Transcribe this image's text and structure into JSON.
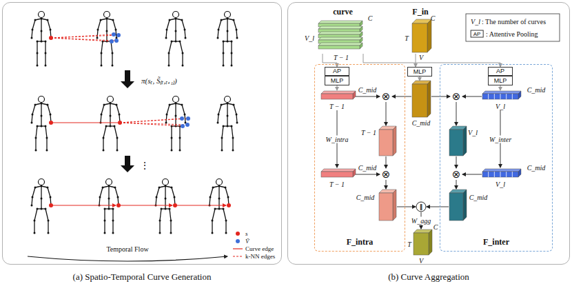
{
  "diagram": {
    "nodes": [
      {
        "text": [
          "(a) Spatio-Temporal Curve Generation"
        ]
      },
      {
        "text": [
          "(b) Curve Aggregation"
        ]
      },
      {
        "text": [
          "curve"
        ],
        "in": 1
      },
      {
        "text": [
          "F_in"
        ],
        "in": 1
      },
      {
        "text": [
          "F_intra"
        ],
        "in": 1
      },
      {
        "text": [
          "F_inter"
        ],
        "in": 1
      },
      {
        "text": [
          "AP"
        ],
        "in": 4
      },
      {
        "text": [
          "MLP"
        ],
        "in": 4
      },
      {
        "text": [
          "MLP"
        ],
        "in": 1
      },
      {
        "text": [
          "AP"
        ],
        "in": 5
      },
      {
        "text": [
          "MLP"
        ],
        "in": 5
      }
    ],
    "edges": [
      {
        "from": 2,
        "to": 6,
        "arrow": "to"
      },
      {
        "from": 2,
        "to": 9,
        "arrow": "to"
      },
      {
        "from": 3,
        "to": 8,
        "arrow": "to"
      }
    ],
    "labels": [
      "π(sₜ, S̃₍ₜ,ₜ₊₁₎)",
      "⋮",
      "Temporal Flow",
      "V_l",
      "T − 1",
      "C",
      "T",
      "V",
      "C",
      "V_l",
      ": The number of curves",
      "AP",
      ": Attentive Pooling",
      "C_mid",
      "T − 1",
      "⊗",
      "C_mid",
      "⊗",
      "C_mid",
      "V_l",
      "T − 1",
      "V_l",
      "W_intra",
      "W_inter",
      "C_mid",
      "T − 1",
      "⊗",
      "C_mid",
      "V_l",
      "⊗",
      "C_mid",
      "C_mid",
      "‖",
      "W_agg",
      "T",
      "V",
      "C"
    ],
    "legend": [
      {
        "text": "s",
        "color": "#e3261f"
      },
      {
        "text": "Ṽ",
        "color": "#3f6fd8"
      },
      {
        "text": "Curve edge"
      },
      {
        "text": "k-NN edges"
      }
    ]
  }
}
